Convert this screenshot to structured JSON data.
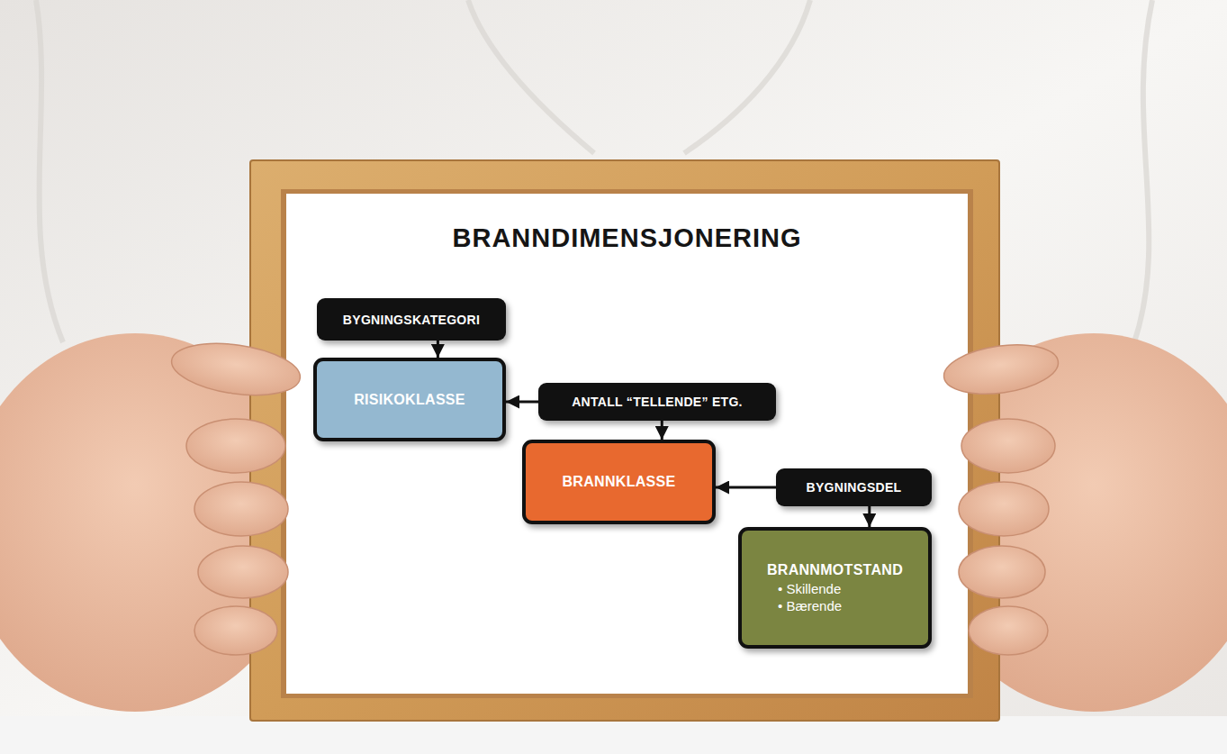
{
  "diagram": {
    "title": "BRANNDIMENSJONERING",
    "nodes": [
      {
        "text": [
          "BYGNINGSKATEGORI"
        ]
      },
      {
        "text": [
          "RISIKOKLASSE"
        ]
      },
      {
        "text": [
          "ANTALL “TELLENDE” ETG."
        ]
      },
      {
        "text": [
          "BRANNKLASSE"
        ]
      },
      {
        "text": [
          "BYGNINGSDEL"
        ]
      },
      {
        "text": [
          "BRANNMOTSTAND",
          "• Skillende",
          "• Bærende"
        ]
      }
    ],
    "edges": [
      {
        "from": 0,
        "to": 1,
        "arrow": "to"
      },
      {
        "from": 2,
        "to": 1,
        "arrow": "to"
      },
      {
        "from": 2,
        "to": 3,
        "arrow": "to"
      },
      {
        "from": 4,
        "to": 3,
        "arrow": "to"
      },
      {
        "from": 4,
        "to": 5,
        "arrow": "to"
      }
    ]
  }
}
